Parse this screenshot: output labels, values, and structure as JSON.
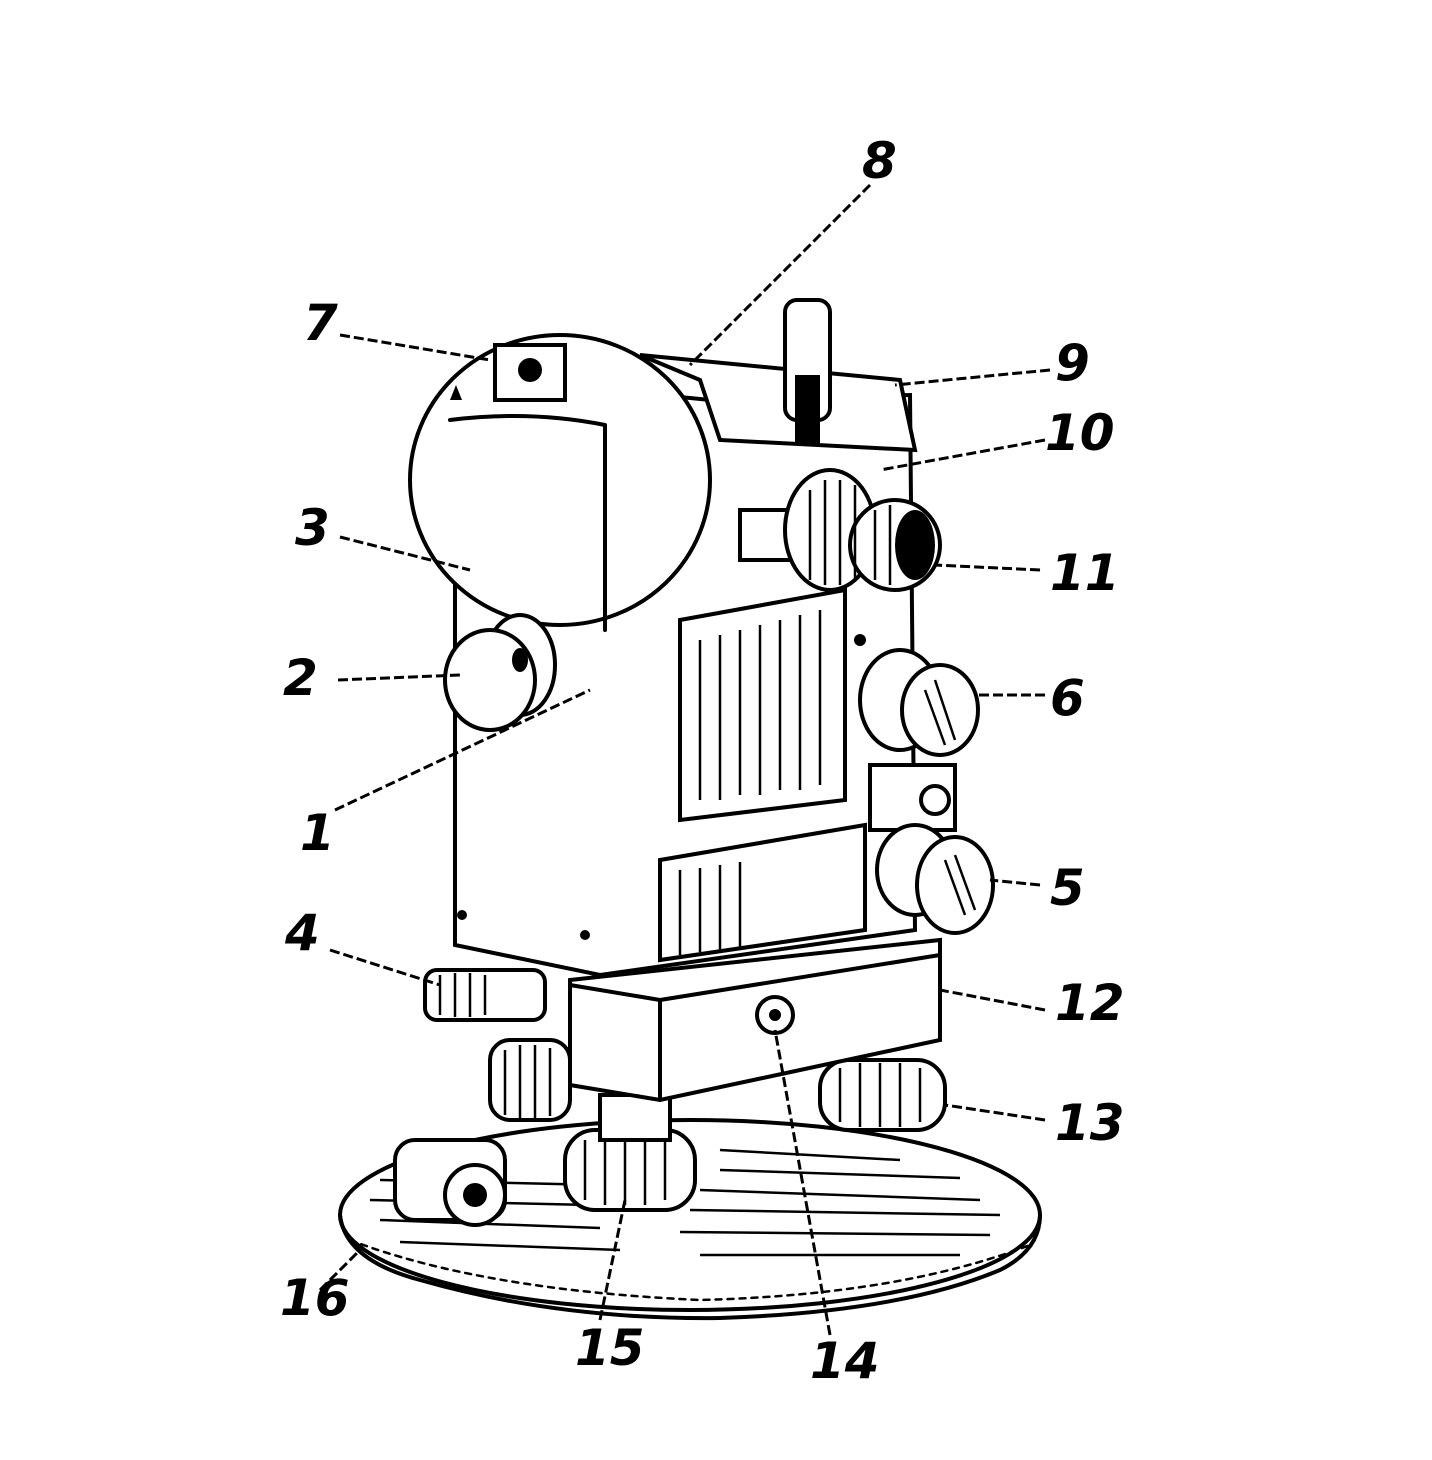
{
  "callouts": [
    {
      "id": "1",
      "label": "1"
    },
    {
      "id": "2",
      "label": "2"
    },
    {
      "id": "3",
      "label": "3"
    },
    {
      "id": "4",
      "label": "4"
    },
    {
      "id": "5",
      "label": "5"
    },
    {
      "id": "6",
      "label": "6"
    },
    {
      "id": "7",
      "label": "7"
    },
    {
      "id": "8",
      "label": "8"
    },
    {
      "id": "9",
      "label": "9"
    },
    {
      "id": "10",
      "label": "10"
    },
    {
      "id": "11",
      "label": "11"
    },
    {
      "id": "12",
      "label": "12"
    },
    {
      "id": "13",
      "label": "13"
    },
    {
      "id": "14",
      "label": "14"
    },
    {
      "id": "15",
      "label": "15"
    },
    {
      "id": "16",
      "label": "16"
    }
  ],
  "colors": {
    "ink": "#000000",
    "paper": "#ffffff"
  }
}
